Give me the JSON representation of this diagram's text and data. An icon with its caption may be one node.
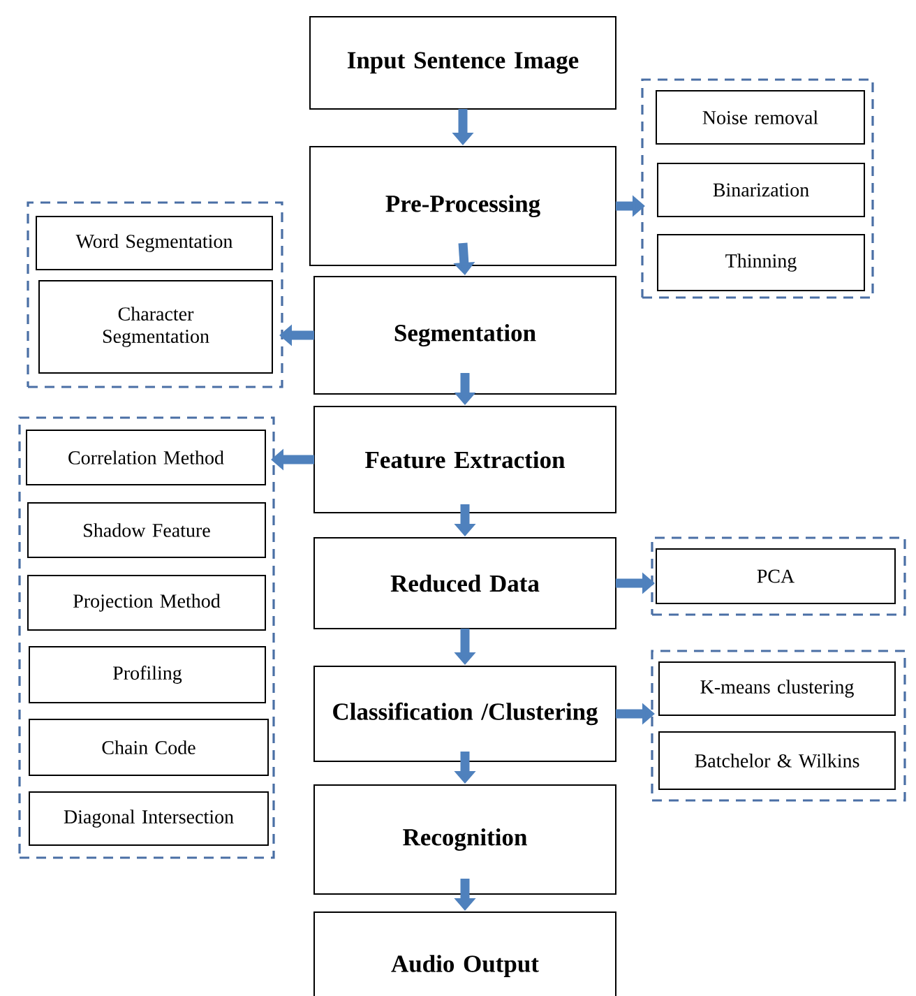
{
  "diagram": {
    "nodes": [
      {
        "text": [
          "Input Sentence Image"
        ]
      },
      {
        "text": [
          "Pre-Processing"
        ]
      },
      {
        "text": [
          "Segmentation"
        ]
      },
      {
        "text": [
          "Feature Extraction"
        ]
      },
      {
        "text": [
          "Reduced Data"
        ]
      },
      {
        "text": [
          "Classification /Clustering"
        ]
      },
      {
        "text": [
          "Recognition"
        ]
      },
      {
        "text": [
          "Audio Output"
        ]
      },
      {
        "text": [],
        "shape": "box"
      },
      {
        "text": [
          "Noise removal"
        ],
        "in": 8
      },
      {
        "text": [
          "Binarization"
        ],
        "in": 8
      },
      {
        "text": [
          "Thinning"
        ],
        "in": 8
      },
      {
        "text": [],
        "shape": "box"
      },
      {
        "text": [
          "Word Segmentation"
        ],
        "in": 12
      },
      {
        "text": [
          "Character Segmentation"
        ],
        "in": 12
      },
      {
        "text": [],
        "shape": "box"
      },
      {
        "text": [
          "Correlation  Method"
        ],
        "in": 15
      },
      {
        "text": [
          "Shadow Feature"
        ],
        "in": 15
      },
      {
        "text": [
          "Projection Method"
        ],
        "in": 15
      },
      {
        "text": [
          "Profiling"
        ],
        "in": 15
      },
      {
        "text": [
          "Chain Code"
        ],
        "in": 15
      },
      {
        "text": [
          "Diagonal Intersection"
        ],
        "in": 15
      },
      {
        "text": [],
        "shape": "box"
      },
      {
        "text": [
          "PCA"
        ],
        "in": 22
      },
      {
        "text": [],
        "shape": "box"
      },
      {
        "text": [
          "K-means clustering"
        ],
        "in": 24
      },
      {
        "text": [
          "Batchelor & Wilkins"
        ],
        "in": 24
      }
    ],
    "edges": [
      {
        "from": 0,
        "to": 1,
        "arrow": "to"
      },
      {
        "from": 1,
        "to": 2,
        "arrow": "to"
      },
      {
        "from": 2,
        "to": 3,
        "arrow": "to"
      },
      {
        "from": 3,
        "to": 4,
        "arrow": "to"
      },
      {
        "from": 4,
        "to": 5,
        "arrow": "to"
      },
      {
        "from": 5,
        "to": 6,
        "arrow": "to"
      },
      {
        "from": 6,
        "to": 7,
        "arrow": "to"
      },
      {
        "from": 1,
        "to": 8,
        "arrow": "to"
      },
      {
        "from": 2,
        "to": 12,
        "arrow": "to"
      },
      {
        "from": 3,
        "to": 15,
        "arrow": "to"
      },
      {
        "from": 4,
        "to": 22,
        "arrow": "to"
      },
      {
        "from": 5,
        "to": 24,
        "arrow": "to"
      }
    ]
  }
}
